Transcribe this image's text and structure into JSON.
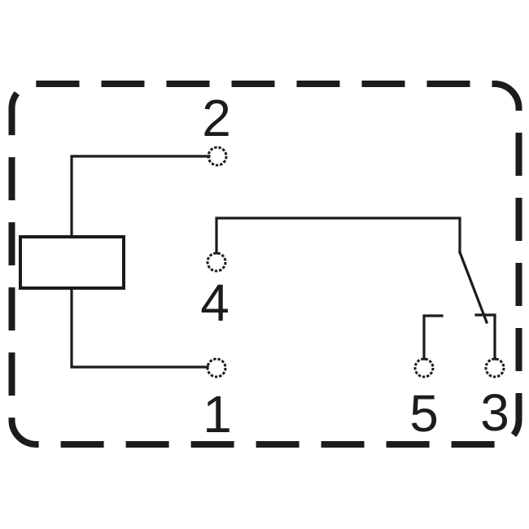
{
  "colors": {
    "line": "#1c1c1c",
    "background": "#ffffff"
  },
  "diagram": {
    "title": "relay-internal-circuit-schematic",
    "pins": {
      "p1": {
        "label": "1"
      },
      "p2": {
        "label": "2"
      },
      "p3": {
        "label": "3"
      },
      "p4": {
        "label": "4"
      },
      "p5": {
        "label": "5"
      }
    },
    "components": {
      "enclosure": "relay-outline-dashed",
      "coil": "relay-coil",
      "switch": "switch-armature",
      "terminal": "terminal-circle"
    }
  }
}
